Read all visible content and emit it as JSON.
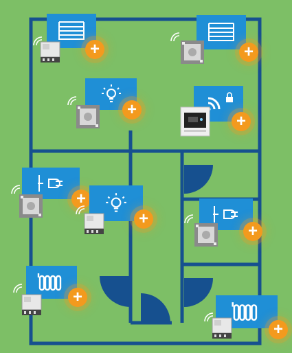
{
  "diagram": {
    "colors": {
      "background": "#7dbf66",
      "walls": "#16508f",
      "card": "#1f8fd6",
      "plus": "#f39a1e",
      "device": "#e2e2e2"
    },
    "items": [
      {
        "device": "actuator-module",
        "function": "roller-shutter-icon",
        "action": "+"
      },
      {
        "device": "flush-switch",
        "function": "roller-shutter-icon",
        "action": "+"
      },
      {
        "device": "flush-switch",
        "function": "light-bulb-icon",
        "action": "+"
      },
      {
        "device": "thermostat-display",
        "function": "wireless-lock-icon",
        "action": "+"
      },
      {
        "device": "flush-switch",
        "function": "socket-plug-icon",
        "action": "+"
      },
      {
        "device": "actuator-module",
        "function": "light-bulb-icon",
        "action": "+"
      },
      {
        "device": "flush-switch",
        "function": "socket-plug-icon",
        "action": "+"
      },
      {
        "device": "actuator-module",
        "function": "radiator-icon",
        "action": "+"
      },
      {
        "device": "actuator-module",
        "function": "radiator-icon",
        "action": "+"
      }
    ]
  }
}
